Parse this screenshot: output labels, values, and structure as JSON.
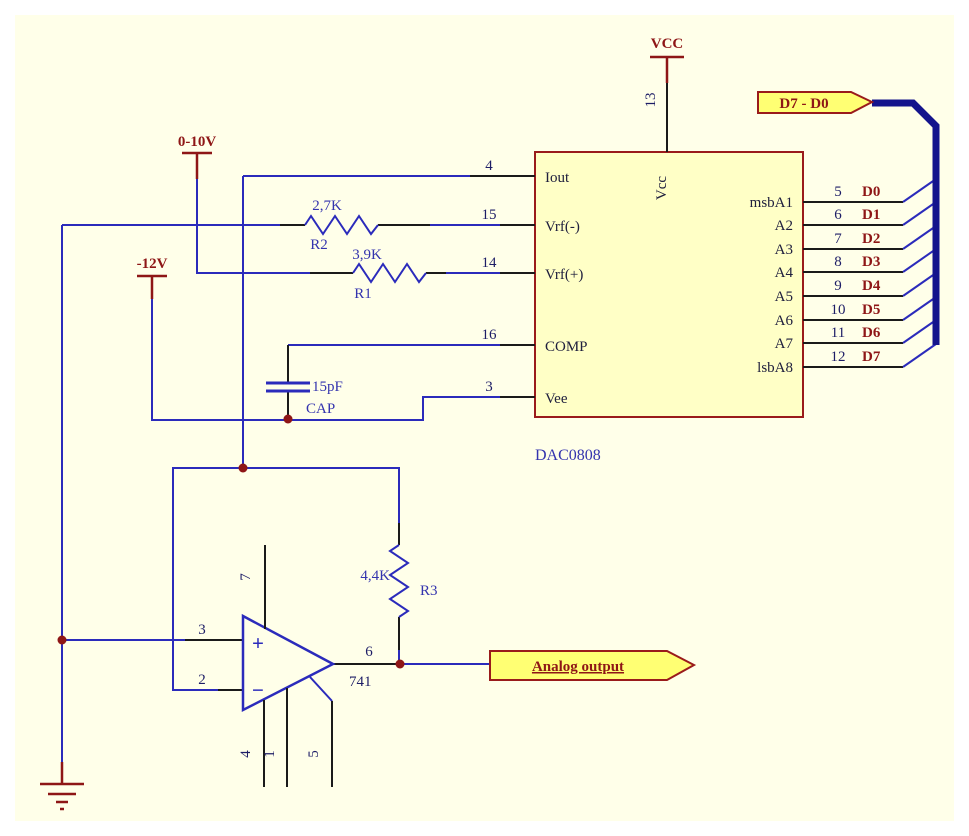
{
  "canvas": {
    "sheet_color": "#FFFFE9",
    "wire_color": "#2B2BBB",
    "bus_color": "#14148C",
    "accent_red": "#8E1616",
    "component_fill": "#FFFFC6",
    "connector_fill": "#FFFF73"
  },
  "power": {
    "vcc": {
      "label": "VCC",
      "pin": "13"
    },
    "positive_ref": {
      "label": "0-10V"
    },
    "negative_supply": {
      "label": "-12V"
    }
  },
  "dac": {
    "part": "DAC0808",
    "vcc_pin_label": "Vcc",
    "left_pins": [
      {
        "num": "4",
        "name": "Iout"
      },
      {
        "num": "15",
        "name": "Vrf(-)"
      },
      {
        "num": "14",
        "name": "Vrf(+)"
      },
      {
        "num": "16",
        "name": "COMP"
      },
      {
        "num": "3",
        "name": "Vee"
      }
    ],
    "right_pins": [
      {
        "num": "5",
        "name": "msbA1",
        "bus_bit": "D0"
      },
      {
        "num": "6",
        "name": "A2",
        "bus_bit": "D1"
      },
      {
        "num": "7",
        "name": "A3",
        "bus_bit": "D2"
      },
      {
        "num": "8",
        "name": "A4",
        "bus_bit": "D3"
      },
      {
        "num": "9",
        "name": "A5",
        "bus_bit": "D4"
      },
      {
        "num": "10",
        "name": "A6",
        "bus_bit": "D5"
      },
      {
        "num": "11",
        "name": "A7",
        "bus_bit": "D6"
      },
      {
        "num": "12",
        "name": "lsbA8",
        "bus_bit": "D7"
      }
    ]
  },
  "resistors": {
    "r2": {
      "ref": "R2",
      "value": "2,7K"
    },
    "r1": {
      "ref": "R1",
      "value": "3,9K"
    },
    "r3": {
      "ref": "R3",
      "value": "4,4K"
    }
  },
  "capacitor": {
    "value": "15pF",
    "ref": "CAP"
  },
  "opamp": {
    "part": "741",
    "plus": "+",
    "minus": "−",
    "pin_noninv": "3",
    "pin_inv": "2",
    "pin_out": "6",
    "pin_vplus": "7",
    "pin_offset1": "4",
    "pin_offset2": "1",
    "pin_offset3": "5"
  },
  "connectors": {
    "data_bus": {
      "label": "D7 - D0"
    },
    "analog_output": {
      "label": "Analog output"
    }
  }
}
